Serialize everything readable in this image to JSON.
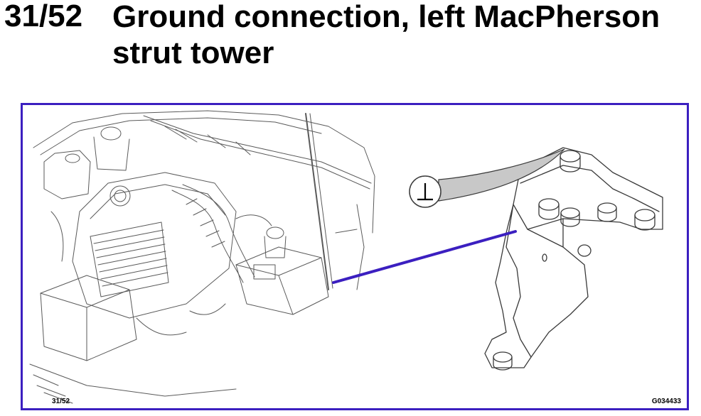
{
  "page": {
    "number": "31/52",
    "title": "Ground connection, left MacPherson strut tower"
  },
  "figure": {
    "number_label": "31/52",
    "code": "G034433",
    "callout_symbol": "⊥",
    "colors": {
      "frame": "#3b1fc0",
      "leader": "#3b1fc0",
      "callout_fill": "#c8c8c8",
      "line_art": "#555555"
    },
    "icons": [
      "ground-symbol-icon"
    ]
  }
}
